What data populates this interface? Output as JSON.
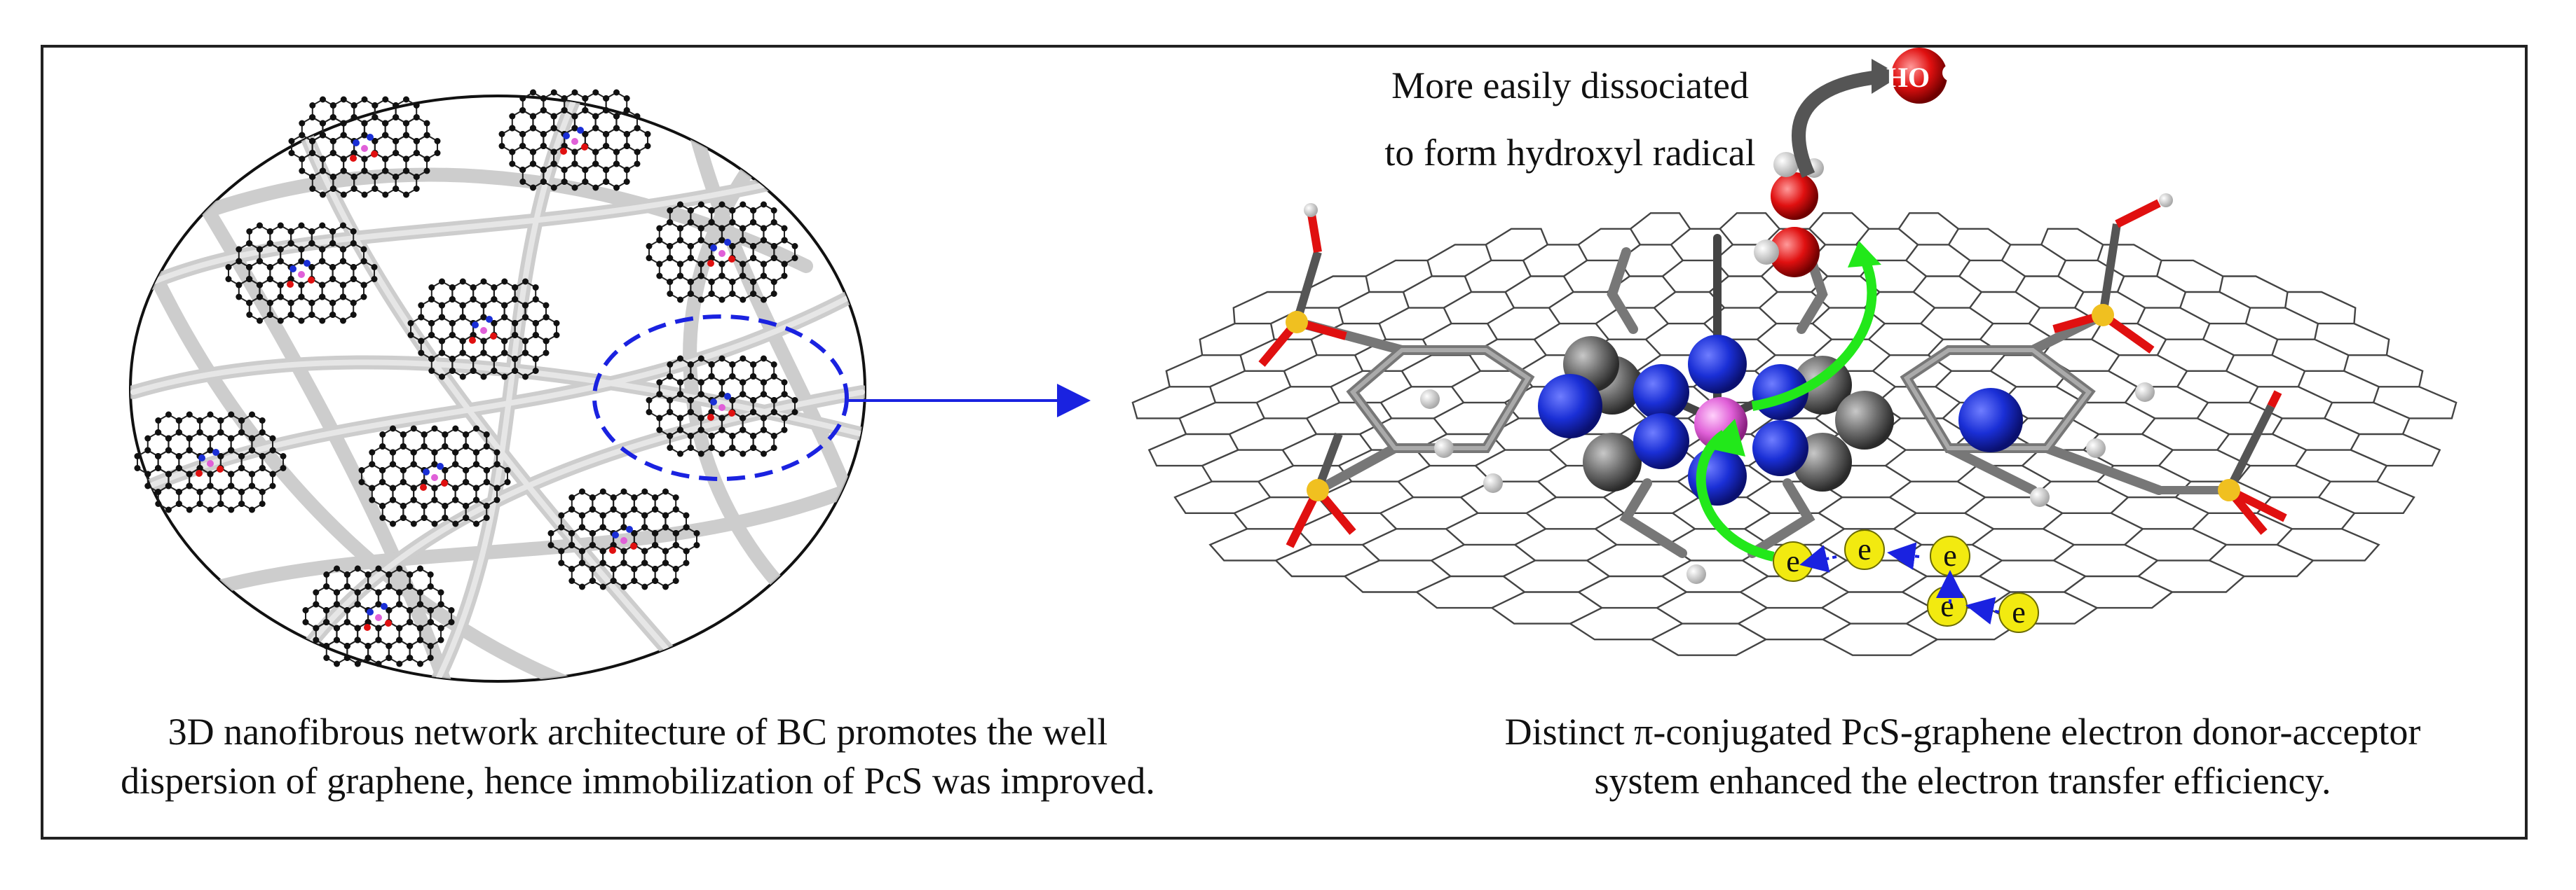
{
  "captions": {
    "left_line1": "3D nanofibrous network architecture of BC promotes the well",
    "left_line2": "dispersion of graphene, hence immobilization of PcS was improved.",
    "right_line1": "Distinct π-conjugated PcS-graphene electron donor-acceptor",
    "right_line2": "system enhanced the electron transfer efficiency."
  },
  "annotation": {
    "line1": "More easily dissociated",
    "line2": "to form  hydroxyl radical"
  },
  "radical_label": "HO",
  "electron_label": "e",
  "colors": {
    "nitrogen": "#1a2fd6",
    "carbon": "#6e6e6e",
    "metal_center": "#e060d8",
    "oxygen": "#e01010",
    "sulfur": "#f0c020",
    "electron": "#f2ea10",
    "transfer_arrow": "#22e81a",
    "link_arrow": "#1a22e0",
    "fiber": "#c8c8c8"
  }
}
